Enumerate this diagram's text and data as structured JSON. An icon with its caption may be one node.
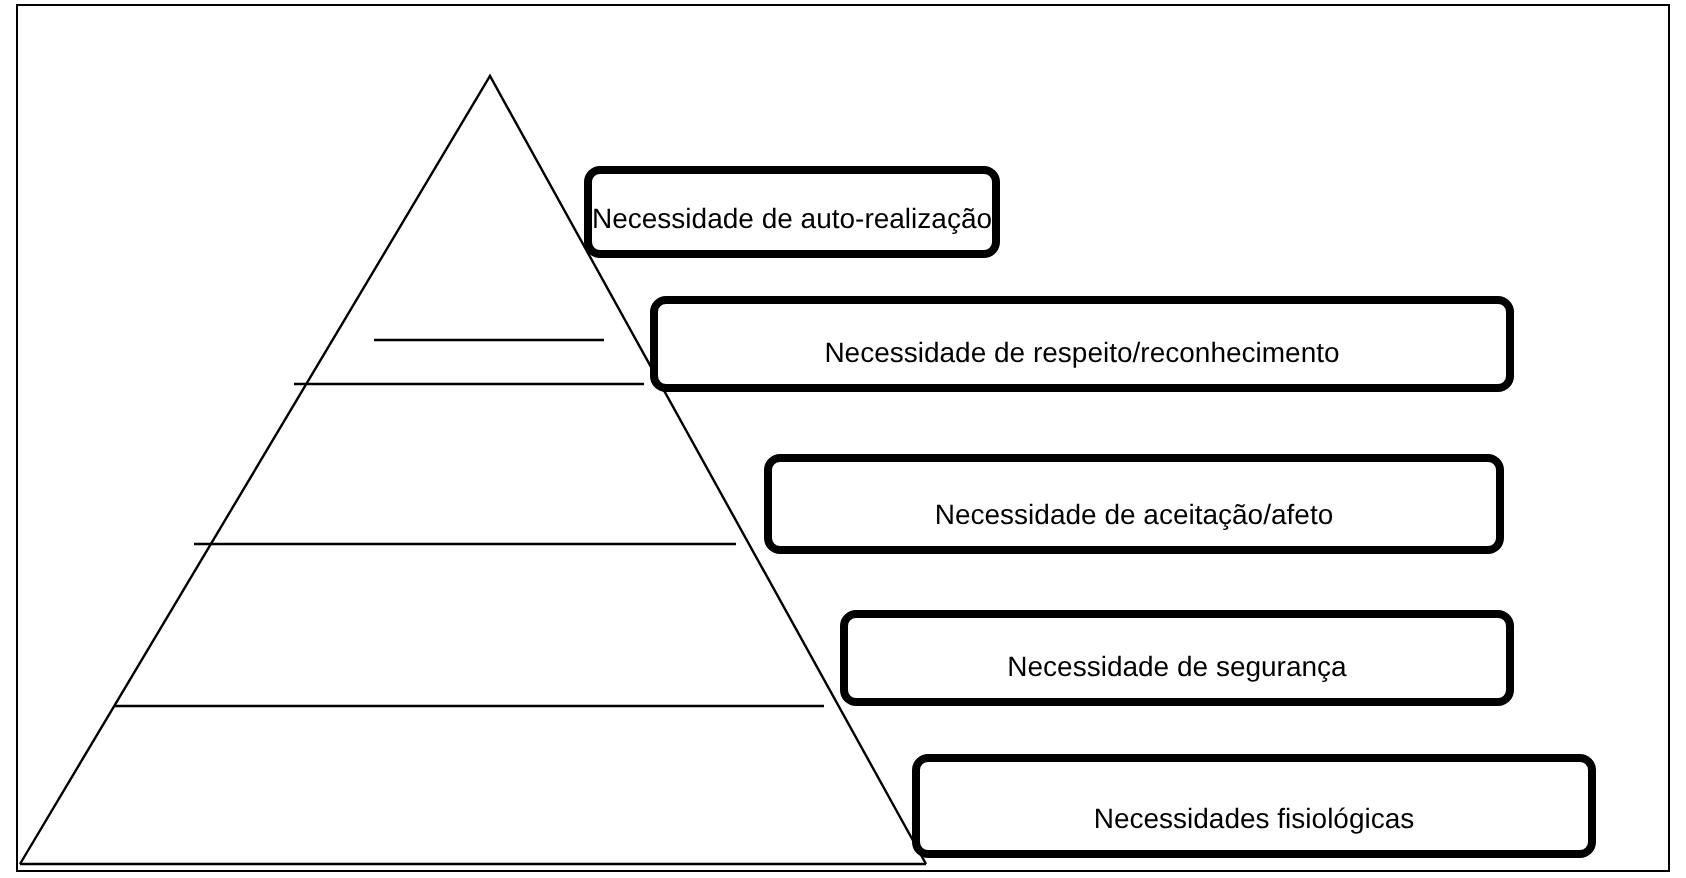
{
  "diagram": {
    "nodes": [
      {
        "text": [
          "Necessidade de auto-realização"
        ]
      },
      {
        "text": [
          "Necessidade de respeito/reconhecimento"
        ]
      },
      {
        "text": [
          "Necessidade de aceitação/afeto"
        ]
      },
      {
        "text": [
          "Necessidade de segurança"
        ]
      },
      {
        "text": [
          "Necessidades fisiológicas"
        ]
      }
    ]
  }
}
